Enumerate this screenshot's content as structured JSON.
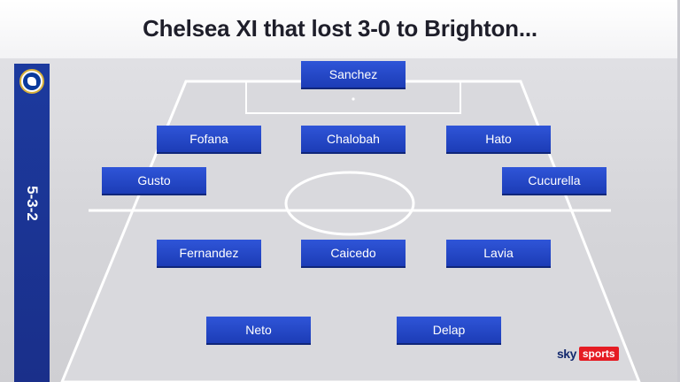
{
  "title": "Chelsea XI that lost 3-0 to Brighton...",
  "formation": "5-3-2",
  "players": {
    "gk": "Sanchez",
    "cb_left": "Fofana",
    "cb_center": "Chalobah",
    "cb_right": "Hato",
    "wb_left": "Gusto",
    "wb_right": "Cucurella",
    "cm_left": "Fernandez",
    "cm_center": "Caicedo",
    "cm_right": "Lavia",
    "st_left": "Neto",
    "st_right": "Delap"
  },
  "branding": {
    "sky": "sky",
    "sports": "sports"
  },
  "colors": {
    "player_box": "#2548c9",
    "side_bar": "#1c3a9e",
    "sky_red": "#e51c23"
  },
  "icons": {
    "crest": "chelsea-crest-icon"
  }
}
